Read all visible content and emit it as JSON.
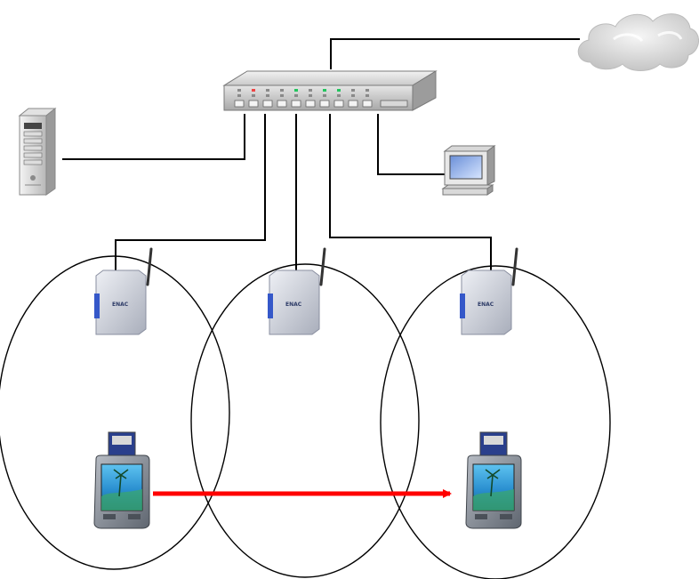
{
  "diagram": {
    "description_free": true,
    "nodes": [
      {
        "id": "internet",
        "icon": "cloud-icon"
      },
      {
        "id": "switch",
        "icon": "network-switch-icon",
        "port_leds": [
          "off",
          "red",
          "off",
          "off",
          "green",
          "off",
          "green",
          "green",
          "off",
          "off"
        ]
      },
      {
        "id": "server",
        "icon": "server-tower-icon"
      },
      {
        "id": "workstation",
        "icon": "desktop-computer-icon"
      },
      {
        "id": "ap-1",
        "icon": "wireless-access-point-icon",
        "brand": "ENAC"
      },
      {
        "id": "ap-2",
        "icon": "wireless-access-point-icon",
        "brand": "ENAC"
      },
      {
        "id": "ap-3",
        "icon": "wireless-access-point-icon",
        "brand": "ENAC"
      },
      {
        "id": "pda-1",
        "icon": "pda-device-icon"
      },
      {
        "id": "pda-2",
        "icon": "pda-device-icon"
      }
    ],
    "edges": [
      {
        "from": "switch",
        "to": "internet"
      },
      {
        "from": "switch",
        "to": "server"
      },
      {
        "from": "switch",
        "to": "workstation"
      },
      {
        "from": "switch",
        "to": "ap-1"
      },
      {
        "from": "switch",
        "to": "ap-2"
      },
      {
        "from": "switch",
        "to": "ap-3"
      }
    ],
    "coverage_cells": [
      "ap-1",
      "ap-2",
      "ap-3"
    ],
    "roaming_arrow": {
      "from": "pda-1",
      "to": "pda-2",
      "color": "#ff0000"
    },
    "colors": {
      "line": "#000000",
      "arrow": "#ff0000",
      "led_green": "#22c55e",
      "led_red": "#ef4444",
      "device_body": "#c8ccd6",
      "screen_blue": "#2a9fd6"
    }
  }
}
